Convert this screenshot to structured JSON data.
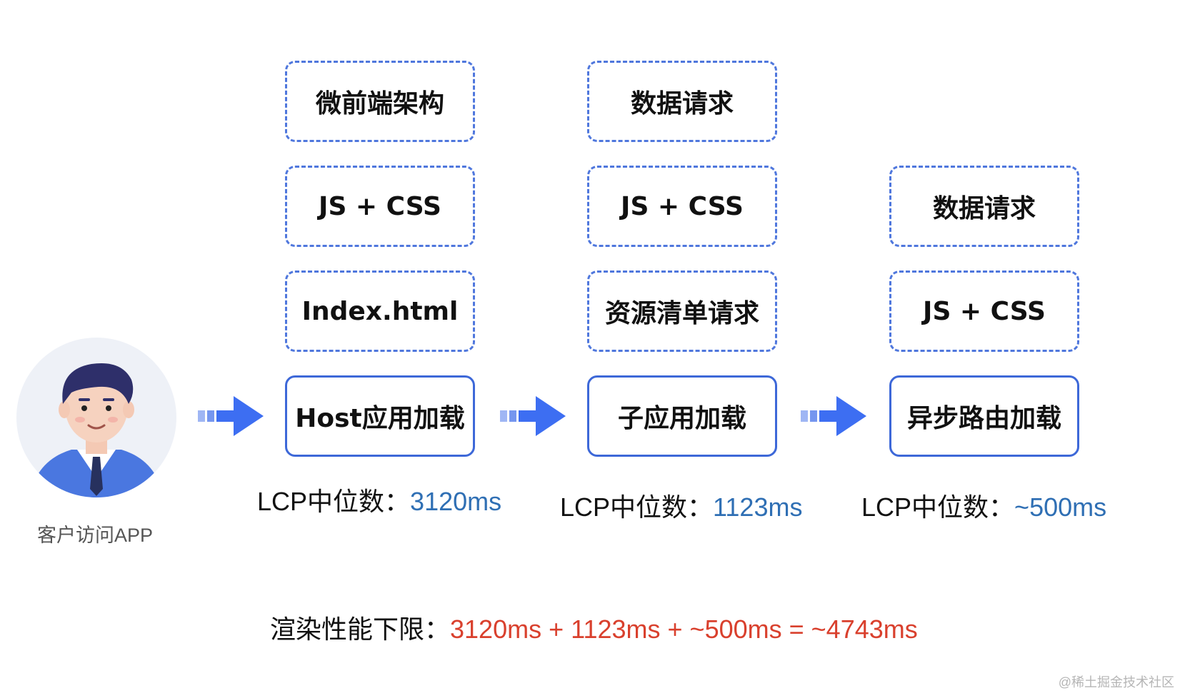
{
  "avatar": {
    "label": "客户访问APP"
  },
  "stages": [
    {
      "main": "Host应用加载",
      "steps": [
        "Index.html",
        "JS + CSS",
        "微前端架构"
      ],
      "lcp_label": "LCP中位数：",
      "lcp_value": "3120ms"
    },
    {
      "main": "子应用加载",
      "steps": [
        "资源清单请求",
        "JS + CSS",
        "数据请求"
      ],
      "lcp_label": "LCP中位数：",
      "lcp_value": "1123ms"
    },
    {
      "main": "异步路由加载",
      "steps": [
        "JS + CSS",
        "数据请求"
      ],
      "lcp_label": "LCP中位数：",
      "lcp_value": "~500ms"
    }
  ],
  "formula": {
    "label": "渲染性能下限：",
    "value": "3120ms + 1123ms + ~500ms = ~4743ms"
  },
  "watermark": "@稀土掘金技术社区",
  "colors": {
    "box_border": "#4f77dd",
    "arrow": "#3d6ef2",
    "lcp_value": "#2f6fb4",
    "formula_value": "#d9402d"
  }
}
